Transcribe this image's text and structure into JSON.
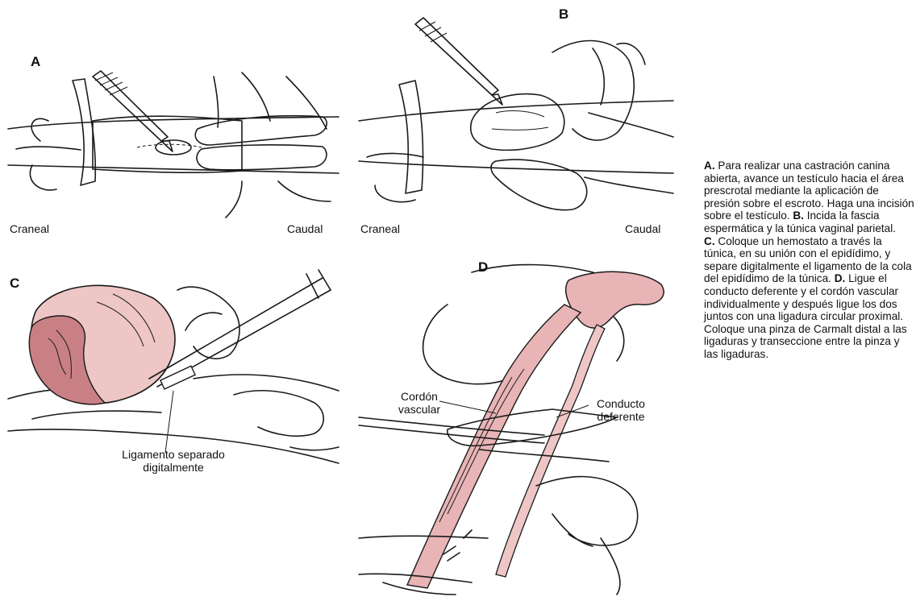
{
  "panels": {
    "a": {
      "letter": "A",
      "left_label": "Craneal",
      "right_label": "Caudal"
    },
    "b": {
      "letter": "B",
      "left_label": "Craneal",
      "right_label": "Caudal"
    },
    "c": {
      "letter": "C",
      "callout_line1": "Ligamento separado",
      "callout_line2": "digitalmente"
    },
    "d": {
      "letter": "D",
      "callout_left_line1": "Cordón",
      "callout_left_line2": "vascular",
      "callout_right_line1": "Conducto",
      "callout_right_line2": "deferente"
    }
  },
  "caption": {
    "a_label": "A.",
    "a_text": "Para realizar una castración canina abierta, avance un testículo hacia el área prescrotal mediante la aplicación de presión sobre el escroto. Haga una incisión sobre el testículo.",
    "b_label": "B.",
    "b_text": "Incida la fascia espermática y la túnica vaginal parietal.",
    "c_label": "C.",
    "c_text": "Coloque un hemostato a través la túnica, en su unión con el epidídimo, y separe digitalmente el ligamento de la cola del epidídimo de la túnica.",
    "d_label": "D.",
    "d_text": "Ligue el conducto deferente y el cordón vascular individualmente y después ligue los dos juntos con una ligadura circular proximal. Coloque una pinza de Carmalt distal a las ligaduras y transeccione entre la pinza y las ligaduras."
  },
  "colors": {
    "tissue": "#e8b4b6",
    "tissue_dark": "#b06a70",
    "ink": "#1a1a1a"
  }
}
